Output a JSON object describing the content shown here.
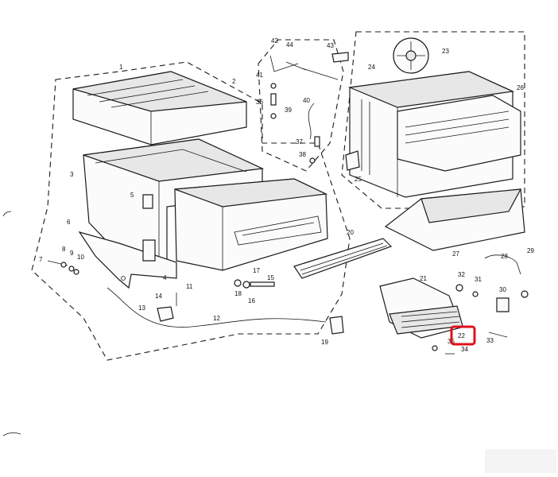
{
  "diagram": {
    "highlight_color": "#e0101b",
    "highlighted_callout": "22",
    "callouts": [
      "1",
      "2",
      "3",
      "4",
      "5",
      "6",
      "7",
      "8",
      "9",
      "10",
      "11",
      "12",
      "13",
      "14",
      "15",
      "16",
      "17",
      "18",
      "19",
      "20",
      "21",
      "22",
      "23",
      "24",
      "25",
      "26",
      "27",
      "28",
      "29",
      "30",
      "31",
      "32",
      "33",
      "34",
      "35",
      "36",
      "37",
      "38",
      "39",
      "40",
      "41",
      "42",
      "43",
      "44"
    ]
  }
}
